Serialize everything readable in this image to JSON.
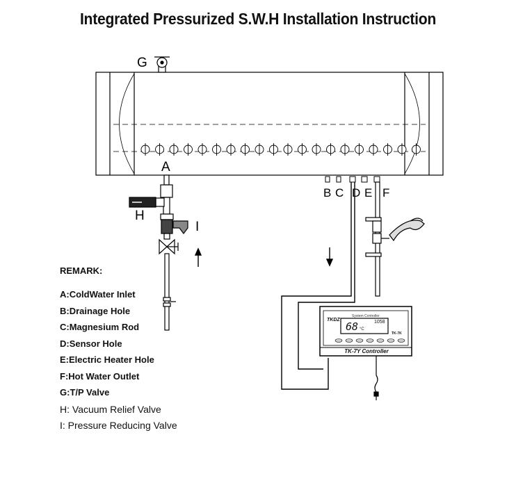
{
  "title": "Integrated Pressurized S.W.H Installation Instruction",
  "labels": {
    "g": "G",
    "a": "A",
    "h": "H",
    "i": "I",
    "b": "B",
    "c": "C",
    "d": "D",
    "e": "E",
    "f": "F"
  },
  "remark": {
    "heading": "REMARK:",
    "items": [
      "A:ColdWater Inlet",
      "B:Drainage Hole",
      "C:Magnesium Rod",
      "D:Sensor Hole",
      "E:Electric Heater Hole",
      "F:Hot Water Outlet",
      "G:T/P Valve",
      "H:  Vacuum Relief Valve",
      "I:  Pressure Reducing Valve"
    ]
  },
  "controller": {
    "brand": "TKDZ",
    "system_label": "System Controller",
    "temperature": "68",
    "unit": "°C",
    "time": "1058",
    "model_small": "TK-7K",
    "name": "TK-7Y Controller"
  },
  "tube_port_count": 20
}
